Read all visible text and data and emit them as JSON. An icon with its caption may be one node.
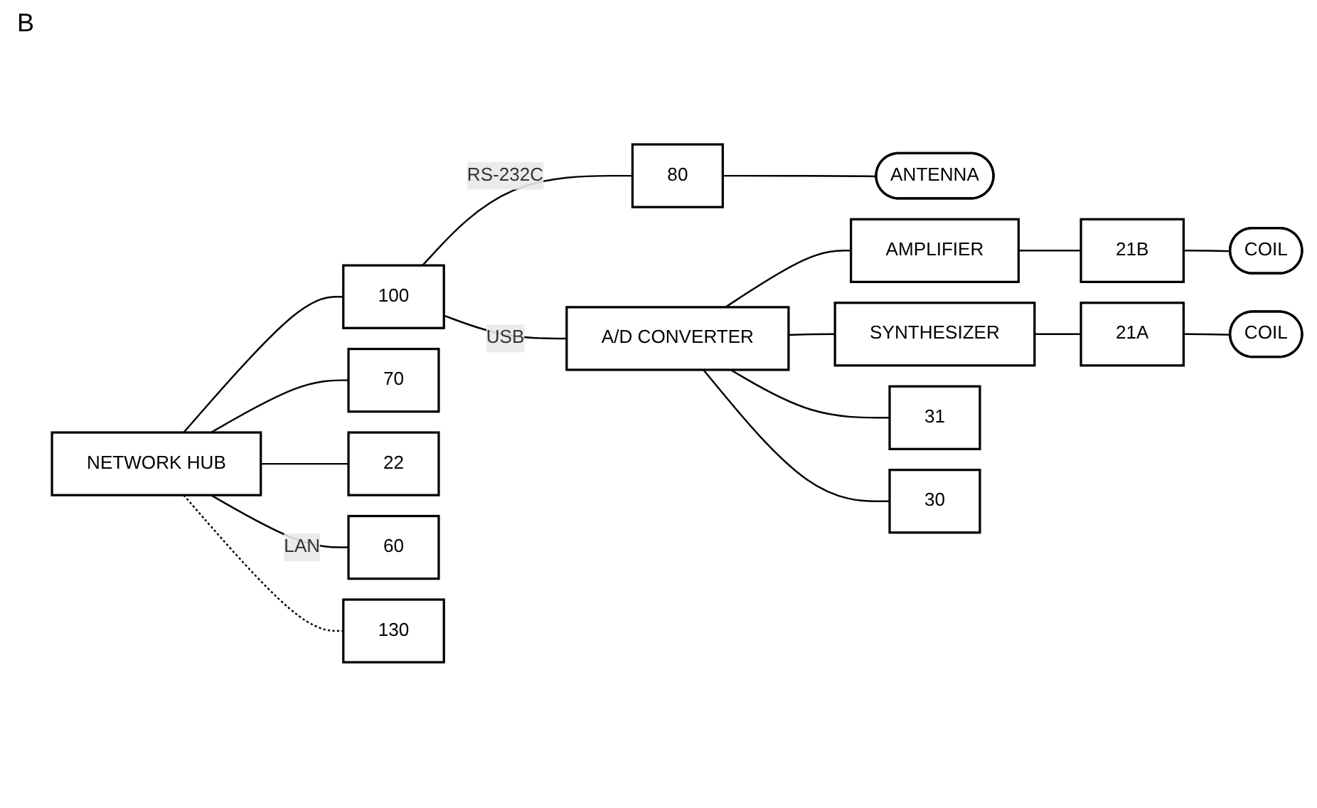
{
  "diagram": {
    "nodes": [
      {
        "text": [
          "NETWORK HUB"
        ]
      },
      {
        "text": [
          "100"
        ]
      },
      {
        "text": [
          "70"
        ]
      },
      {
        "text": [
          "22"
        ]
      },
      {
        "text": [
          "60"
        ]
      },
      {
        "text": [
          "80"
        ]
      },
      {
        "text": [
          "ANTENNA"
        ]
      },
      {
        "text": [
          "A/D CONVERTER"
        ]
      },
      {
        "text": [
          "AMPLIFIER"
        ]
      },
      {
        "text": [
          "21B"
        ]
      },
      {
        "text": [
          "COIL"
        ]
      },
      {
        "text": [
          "SYNTHESIZER"
        ]
      },
      {
        "text": [
          "21A"
        ]
      },
      {
        "text": [
          "COIL"
        ]
      },
      {
        "text": [
          "31"
        ]
      },
      {
        "text": [
          "30"
        ]
      },
      {
        "text": [
          "130"
        ]
      }
    ],
    "edges": [
      {
        "from": 0,
        "to": 1,
        "arrow": "none"
      },
      {
        "from": 0,
        "to": 2,
        "arrow": "none"
      },
      {
        "from": 0,
        "to": 3,
        "arrow": "none"
      },
      {
        "from": 0,
        "to": 4,
        "arrow": "none",
        "label": "LAN"
      },
      {
        "from": 0,
        "to": 16,
        "arrow": "none",
        "style": "dashed"
      },
      {
        "from": 1,
        "to": 5,
        "arrow": "none",
        "label": "RS-232C"
      },
      {
        "from": 1,
        "to": 7,
        "arrow": "none",
        "label": "USB"
      },
      {
        "from": 5,
        "to": 6,
        "arrow": "none"
      },
      {
        "from": 7,
        "to": 8,
        "arrow": "none"
      },
      {
        "from": 7,
        "to": 11,
        "arrow": "none"
      },
      {
        "from": 7,
        "to": 14,
        "arrow": "none"
      },
      {
        "from": 7,
        "to": 15,
        "arrow": "none"
      },
      {
        "from": 8,
        "to": 9,
        "arrow": "none"
      },
      {
        "from": 9,
        "to": 10,
        "arrow": "none"
      },
      {
        "from": 11,
        "to": 12,
        "arrow": "none"
      },
      {
        "from": 12,
        "to": 13,
        "arrow": "none"
      }
    ],
    "labels": [
      "B"
    ]
  }
}
